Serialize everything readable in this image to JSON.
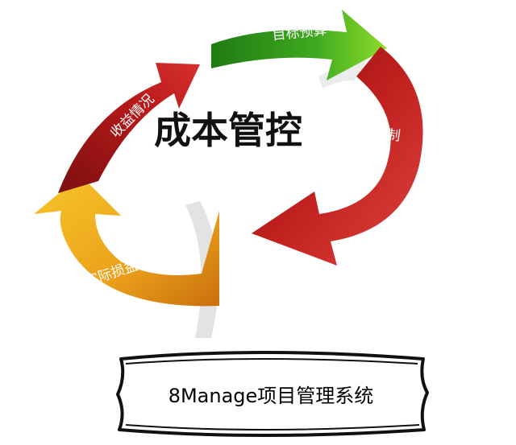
{
  "center_title": "成本管控",
  "cycle_labels": {
    "budget": "目标预算",
    "risk": "风险控制",
    "actual": "实际损益",
    "revenue": "收益情况"
  },
  "banner_text": "8Manage项目管理系统",
  "colors": {
    "green": "#3ea81f",
    "red": "#c0201e",
    "orange": "#eda019",
    "dark_red": "#a8191a"
  }
}
